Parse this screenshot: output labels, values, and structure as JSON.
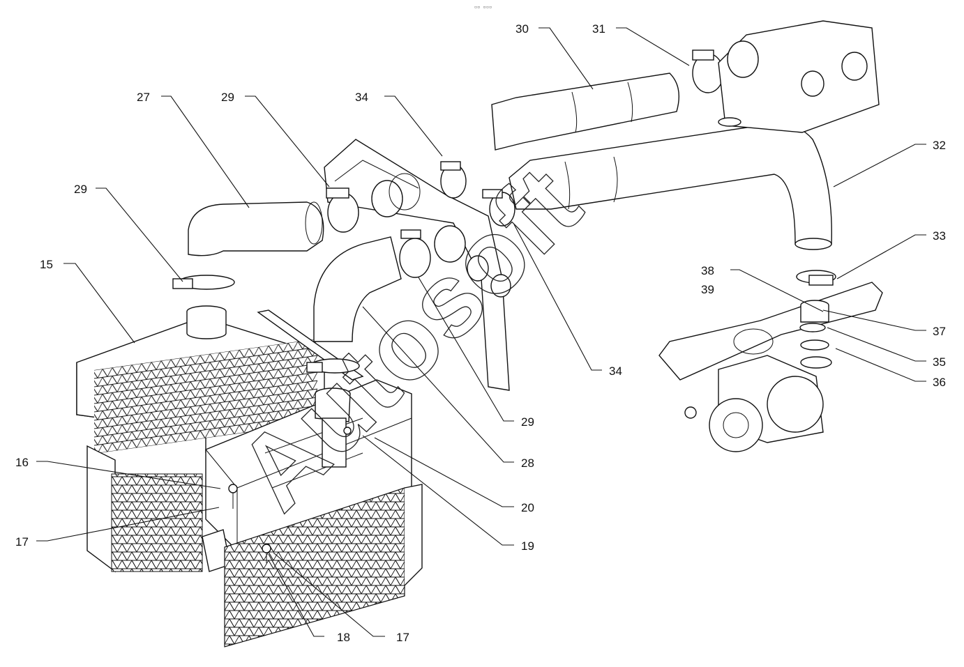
{
  "watermark": "Autosoft",
  "top_mark": "▫▫ ▫▫▫",
  "callouts": {
    "c15": "15",
    "c16": "16",
    "c17a": "17",
    "c17b": "17",
    "c18": "18",
    "c19": "19",
    "c20": "20",
    "c27": "27",
    "c28": "28",
    "c29a": "29",
    "c29b": "29",
    "c29c": "29",
    "c30": "30",
    "c31": "31",
    "c32": "32",
    "c33": "33",
    "c34a": "34",
    "c34b": "34",
    "c35": "35",
    "c36": "36",
    "c37": "37",
    "c38": "38",
    "c39": "39"
  }
}
